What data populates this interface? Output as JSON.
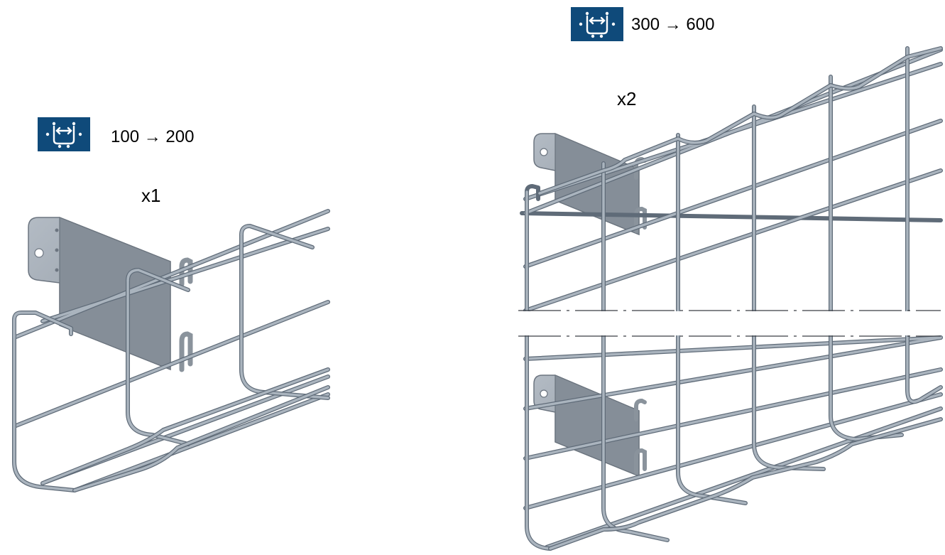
{
  "colors": {
    "wire": "#9aa6b2",
    "wire_dark": "#5f6b78",
    "bracket": "#7e8791",
    "bracket_light": "#aeb6bf",
    "icon_bg": "#0f4a7a",
    "break_line": "#3a3f45"
  },
  "left_group": {
    "icon": "tray-width-icon",
    "range_text": "100 → 200",
    "quantity_text": "x1"
  },
  "right_group": {
    "icon": "tray-width-icon",
    "range_text": "300 → 600",
    "quantity_text": "x2"
  }
}
